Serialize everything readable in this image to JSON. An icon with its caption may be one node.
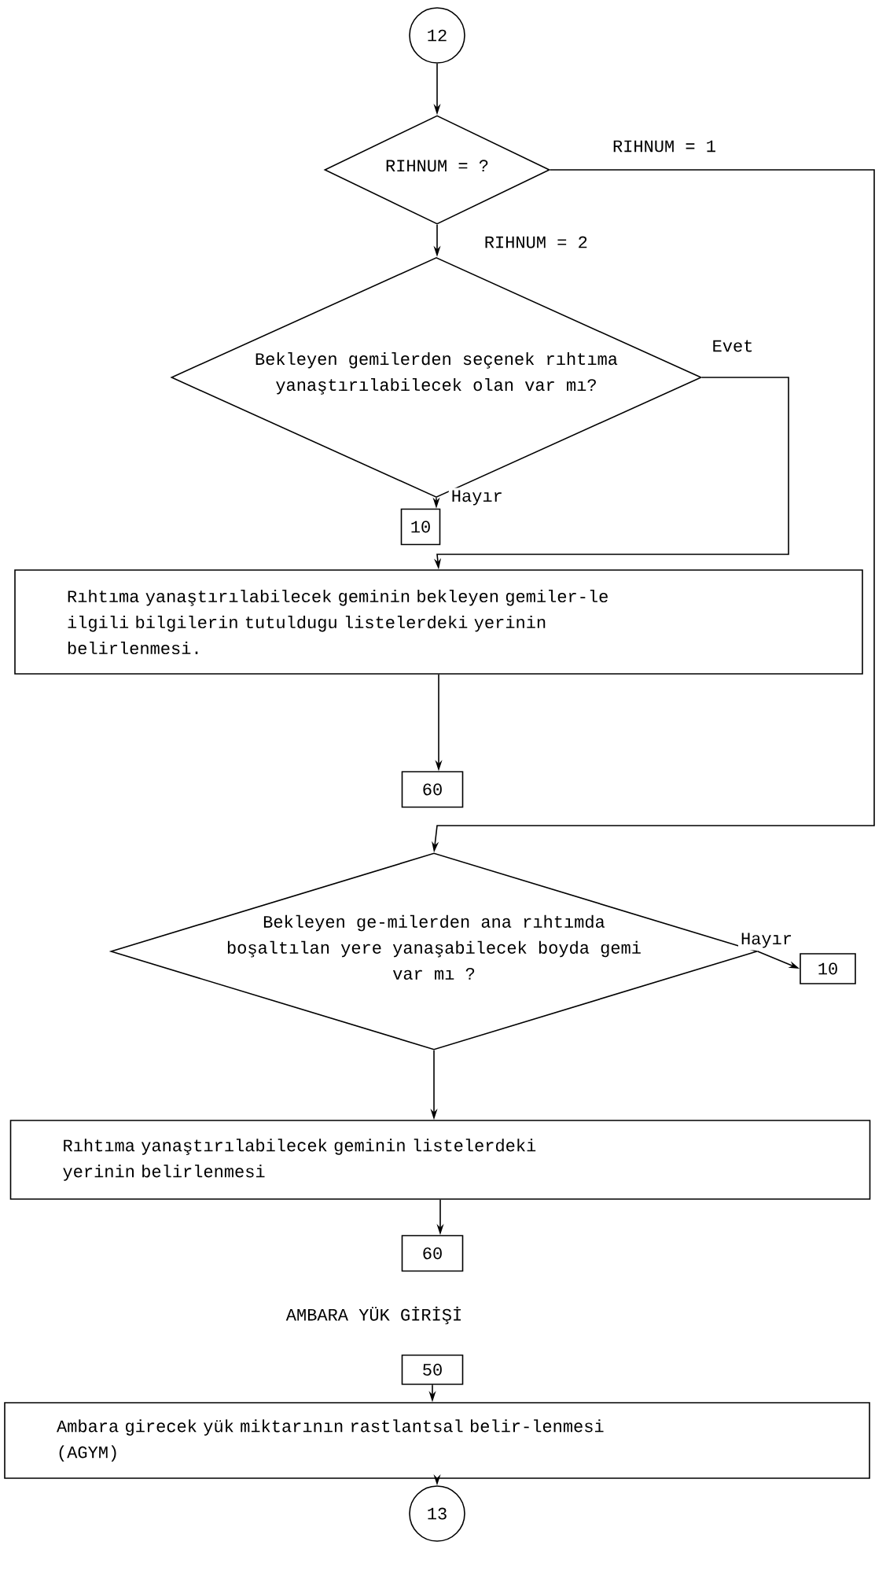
{
  "diagram": {
    "nodes": [
      {
        "text": [
          "12"
        ]
      },
      {
        "text": [
          "RIHNUM = ?"
        ]
      },
      {
        "text": [
          "Bekleyen gemilerden seçenek rıhtıma yanaştırılabilecek olan var mı?"
        ]
      },
      {
        "text": [
          "10"
        ]
      },
      {
        "text": [
          "Rıhtıma yanaştırılabilecek geminin bekleyen gemiler-le ilgili bilgilerin tutuldugu listelerdeki yerinin belirlenmesi."
        ]
      },
      {
        "text": [
          "60"
        ]
      },
      {
        "text": [
          "Bekleyen ge-milerden ana rıhtımda boşaltılan yere yanaşabilecek boyda gemi var mı ?"
        ]
      },
      {
        "text": [
          "10"
        ]
      },
      {
        "text": [
          "Rıhtıma yanaştırılabilecek geminin listelerdeki yerinin belirlenmesi"
        ]
      },
      {
        "text": [
          "60"
        ]
      },
      {
        "text": [
          "50"
        ]
      },
      {
        "text": [
          "Ambara girecek yük miktarının rastlantsal belir-lenmesi (AGYM)"
        ]
      },
      {
        "text": [
          "13"
        ]
      }
    ],
    "edges": [
      {
        "from": 0,
        "to": 1,
        "arrow": "to"
      },
      {
        "from": 1,
        "to": 2,
        "arrow": "to",
        "label": "RIHNUM = 2"
      },
      {
        "from": 1,
        "to": 6,
        "arrow": "to",
        "label": "RIHNUM = 1"
      },
      {
        "from": 2,
        "to": 3,
        "arrow": "to",
        "label": "Hayır"
      },
      {
        "from": 2,
        "to": 4,
        "arrow": "to",
        "label": "Evet"
      },
      {
        "from": 4,
        "to": 5,
        "arrow": "to"
      },
      {
        "from": 6,
        "to": 7,
        "arrow": "to",
        "label": "Hayır"
      },
      {
        "from": 6,
        "to": 8,
        "arrow": "to"
      },
      {
        "from": 8,
        "to": 9,
        "arrow": "to"
      },
      {
        "from": 10,
        "to": 11,
        "arrow": "to"
      },
      {
        "from": 11,
        "to": 12,
        "arrow": "to"
      }
    ],
    "labels": [
      "AMBARA YÜK GİRİŞİ"
    ]
  }
}
